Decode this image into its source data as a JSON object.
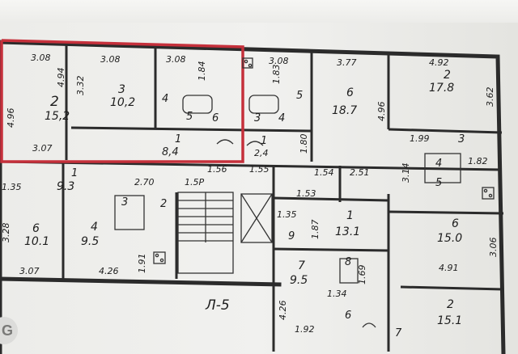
{
  "rooms": [
    {
      "id": "a-2",
      "number": "2",
      "area": "15,2",
      "top": "3.08",
      "bottom": "3.07",
      "left": "4.96",
      "right": "4.94"
    },
    {
      "id": "a-3",
      "number": "3",
      "area": "10,2",
      "top": "3.08",
      "left": "3.32"
    },
    {
      "id": "a-4",
      "number": "4",
      "top": "3.08",
      "side": "1.84"
    },
    {
      "id": "a-5",
      "number": "5"
    },
    {
      "id": "a-6b",
      "number": "6"
    },
    {
      "id": "b-3",
      "number": "3",
      "side": "1.83"
    },
    {
      "id": "b-4",
      "number": "4"
    },
    {
      "id": "b-5",
      "number": "5",
      "top": "3.08"
    },
    {
      "id": "b-6",
      "number": "6",
      "area": "18.7",
      "top": "3.77",
      "right": "4.96"
    },
    {
      "id": "c-2",
      "number": "2",
      "area": "17.8",
      "top": "4.92",
      "right": "3.62"
    },
    {
      "id": "hall-a",
      "number": "1",
      "area": "8,4"
    },
    {
      "id": "hall-b",
      "number": "1",
      "area": "2,4",
      "side": "1.80"
    },
    {
      "id": "d-1",
      "number": "1",
      "area": "9.3"
    },
    {
      "id": "d-2",
      "number": "2",
      "width": "2.70"
    },
    {
      "id": "d-3",
      "number": "3"
    },
    {
      "id": "d-4",
      "number": "4",
      "area": "9.5",
      "bottom": "4.26",
      "right": "1.91"
    },
    {
      "id": "d-6",
      "number": "6",
      "area": "10.1",
      "bottom": "3.07",
      "left": "3.28"
    },
    {
      "id": "e-1",
      "number": "1",
      "area": "13.1",
      "side": "1.87"
    },
    {
      "id": "e-3",
      "number": "3",
      "side": "3.14",
      "top": "1.99"
    },
    {
      "id": "e-4",
      "number": "4",
      "side": "1.82"
    },
    {
      "id": "e-5",
      "number": "5"
    },
    {
      "id": "e-6",
      "number": "6",
      "area": "15.0",
      "bottom": "4.91",
      "right": "3.06"
    },
    {
      "id": "e-7",
      "number": "7",
      "area": "9.5",
      "left": "4.26",
      "bottom": "1.92"
    },
    {
      "id": "e-8",
      "number": "8",
      "side": "1.69"
    },
    {
      "id": "e-9",
      "number": "9"
    },
    {
      "id": "e-2",
      "number": "2",
      "area": "15.1"
    },
    {
      "id": "e-6b",
      "number": "6"
    },
    {
      "id": "e-7b",
      "number": "7"
    }
  ],
  "dimensions": {
    "d1": "1.56",
    "d2": "1.55",
    "d3": "1.54",
    "d4": "2.51",
    "d5": "1.53",
    "d6": "1.35",
    "d7": "1.34",
    "d8": "1.5",
    "d9": "1.5Р",
    "d10": "1.35",
    "d11": "1",
    "d12": "1"
  },
  "stair_label": "1.5Р",
  "section_label": "Л-5",
  "corner_badge": "G"
}
